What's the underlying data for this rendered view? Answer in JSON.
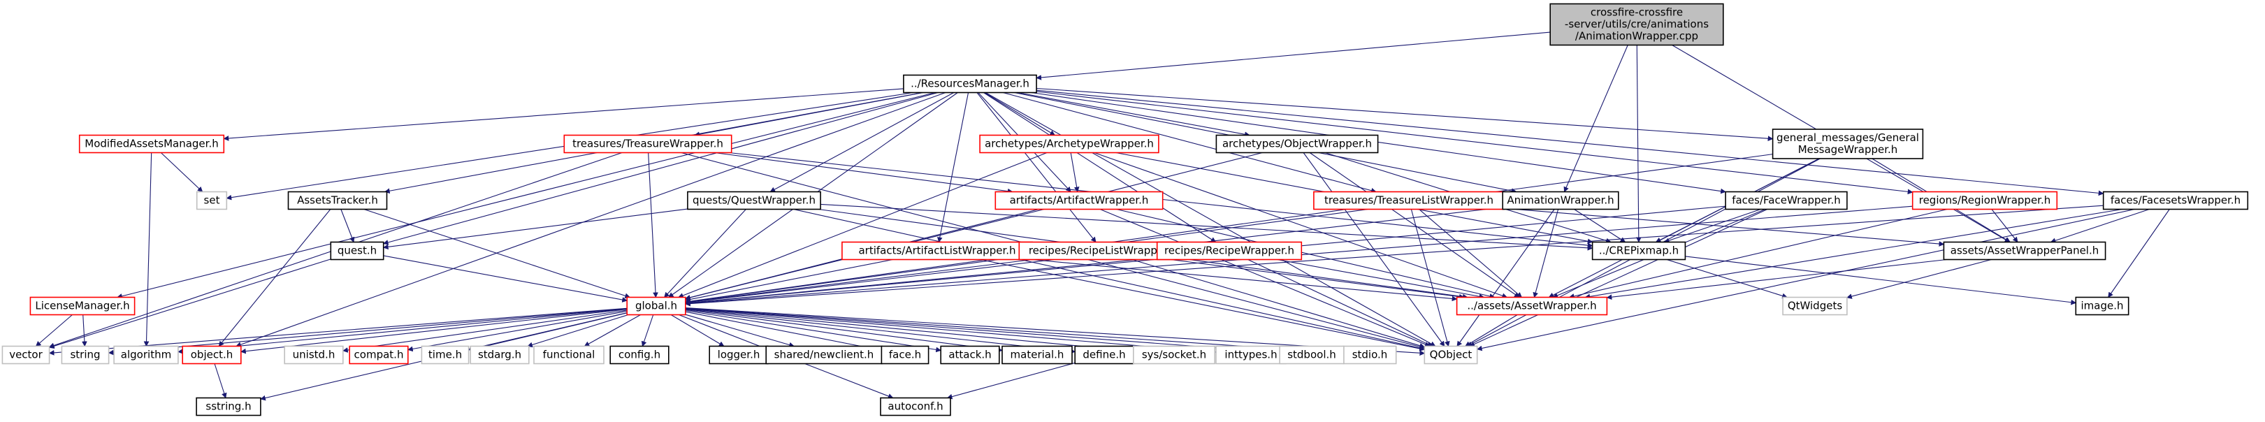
{
  "graph": {
    "colors": {
      "edge": "#191970",
      "node_border_default": "#000000",
      "node_border_undocumented": "#ff0000",
      "node_border_external": "#bfbfbf",
      "node_fill_default": "#ffffff",
      "node_fill_root": "#bfbfbf",
      "text": "#000000"
    },
    "nodes": [
      {
        "id": "root",
        "lines": [
          "crossfire-crossfire",
          "-server/utils/cre/animations",
          "/AnimationWrapper.cpp"
        ],
        "kind": "root"
      },
      {
        "id": "resources",
        "lines": [
          "../ResourcesManager.h"
        ],
        "kind": "default"
      },
      {
        "id": "modified",
        "lines": [
          "ModifiedAssetsManager.h"
        ],
        "kind": "red"
      },
      {
        "id": "set",
        "lines": [
          "set"
        ],
        "kind": "gray"
      },
      {
        "id": "treasurewrap",
        "lines": [
          "treasures/TreasureWrapper.h"
        ],
        "kind": "red"
      },
      {
        "id": "archetypewrap",
        "lines": [
          "archetypes/ArchetypeWrapper.h"
        ],
        "kind": "red"
      },
      {
        "id": "objectwrap",
        "lines": [
          "archetypes/ObjectWrapper.h"
        ],
        "kind": "default"
      },
      {
        "id": "genmsg",
        "lines": [
          "general_messages/General",
          "MessageWrapper.h"
        ],
        "kind": "default"
      },
      {
        "id": "regionwrap",
        "lines": [
          "regions/RegionWrapper.h"
        ],
        "kind": "red"
      },
      {
        "id": "facesetswrap",
        "lines": [
          "faces/FacesetsWrapper.h"
        ],
        "kind": "default"
      },
      {
        "id": "assetstracker",
        "lines": [
          "AssetsTracker.h"
        ],
        "kind": "default"
      },
      {
        "id": "questwrap",
        "lines": [
          "quests/QuestWrapper.h"
        ],
        "kind": "default"
      },
      {
        "id": "artifactwrap",
        "lines": [
          "artifacts/ArtifactWrapper.h"
        ],
        "kind": "red"
      },
      {
        "id": "treasurelist",
        "lines": [
          "treasures/TreasureListWrapper.h"
        ],
        "kind": "red"
      },
      {
        "id": "animwrap",
        "lines": [
          "AnimationWrapper.h"
        ],
        "kind": "default"
      },
      {
        "id": "facewrap",
        "lines": [
          "faces/FaceWrapper.h"
        ],
        "kind": "default"
      },
      {
        "id": "questh",
        "lines": [
          "quest.h"
        ],
        "kind": "default"
      },
      {
        "id": "artifactlist",
        "lines": [
          "artifacts/ArtifactListWrapper.h"
        ],
        "kind": "red"
      },
      {
        "id": "recipelist",
        "lines": [
          "recipes/RecipeListWrapper.h"
        ],
        "kind": "red"
      },
      {
        "id": "recipewrap",
        "lines": [
          "recipes/RecipeWrapper.h"
        ],
        "kind": "red"
      },
      {
        "id": "crepixmap",
        "lines": [
          "../CREPixmap.h"
        ],
        "kind": "default"
      },
      {
        "id": "assetpanel",
        "lines": [
          "assets/AssetWrapperPanel.h"
        ],
        "kind": "default"
      },
      {
        "id": "license",
        "lines": [
          "LicenseManager.h"
        ],
        "kind": "red"
      },
      {
        "id": "globalh",
        "lines": [
          "global.h"
        ],
        "kind": "red"
      },
      {
        "id": "assetwrapper",
        "lines": [
          "../assets/AssetWrapper.h"
        ],
        "kind": "red"
      },
      {
        "id": "qtwidgets",
        "lines": [
          "QtWidgets"
        ],
        "kind": "gray"
      },
      {
        "id": "imageh",
        "lines": [
          "image.h"
        ],
        "kind": "default"
      },
      {
        "id": "vector",
        "lines": [
          "vector"
        ],
        "kind": "gray"
      },
      {
        "id": "string",
        "lines": [
          "string"
        ],
        "kind": "gray"
      },
      {
        "id": "algorithm",
        "lines": [
          "algorithm"
        ],
        "kind": "gray"
      },
      {
        "id": "objecth",
        "lines": [
          "object.h"
        ],
        "kind": "red"
      },
      {
        "id": "unistd",
        "lines": [
          "unistd.h"
        ],
        "kind": "gray"
      },
      {
        "id": "compat",
        "lines": [
          "compat.h"
        ],
        "kind": "red"
      },
      {
        "id": "timeh",
        "lines": [
          "time.h"
        ],
        "kind": "gray"
      },
      {
        "id": "stdarg",
        "lines": [
          "stdarg.h"
        ],
        "kind": "gray"
      },
      {
        "id": "functional",
        "lines": [
          "functional"
        ],
        "kind": "gray"
      },
      {
        "id": "config",
        "lines": [
          "config.h"
        ],
        "kind": "default"
      },
      {
        "id": "stdioh",
        "lines": [
          "stdio.h"
        ],
        "kind": "gray"
      },
      {
        "id": "logger",
        "lines": [
          "logger.h"
        ],
        "kind": "default"
      },
      {
        "id": "newclient",
        "lines": [
          "shared/newclient.h"
        ],
        "kind": "default"
      },
      {
        "id": "faceh",
        "lines": [
          "face.h"
        ],
        "kind": "default"
      },
      {
        "id": "attack",
        "lines": [
          "attack.h"
        ],
        "kind": "default"
      },
      {
        "id": "material",
        "lines": [
          "material.h"
        ],
        "kind": "default"
      },
      {
        "id": "define",
        "lines": [
          "define.h"
        ],
        "kind": "default"
      },
      {
        "id": "socket",
        "lines": [
          "sys/socket.h"
        ],
        "kind": "gray"
      },
      {
        "id": "inttypes",
        "lines": [
          "inttypes.h"
        ],
        "kind": "gray"
      },
      {
        "id": "stdbool",
        "lines": [
          "stdbool.h"
        ],
        "kind": "gray"
      },
      {
        "id": "qobject",
        "lines": [
          "QObject"
        ],
        "kind": "gray"
      },
      {
        "id": "sstring",
        "lines": [
          "sstring.h"
        ],
        "kind": "default"
      },
      {
        "id": "autoconf",
        "lines": [
          "autoconf.h"
        ],
        "kind": "default"
      }
    ],
    "edges": [
      [
        "root",
        "resources"
      ],
      [
        "root",
        "animwrap"
      ],
      [
        "root",
        "crepixmap"
      ],
      [
        "root",
        "assetpanel"
      ],
      [
        "resources",
        "modified"
      ],
      [
        "resources",
        "set"
      ],
      [
        "resources",
        "treasurewrap"
      ],
      [
        "resources",
        "archetypewrap"
      ],
      [
        "resources",
        "objectwrap"
      ],
      [
        "resources",
        "genmsg"
      ],
      [
        "resources",
        "regionwrap"
      ],
      [
        "resources",
        "facesetswrap"
      ],
      [
        "resources",
        "assetstracker"
      ],
      [
        "resources",
        "questwrap"
      ],
      [
        "resources",
        "artifactwrap"
      ],
      [
        "resources",
        "treasurelist"
      ],
      [
        "resources",
        "animwrap"
      ],
      [
        "resources",
        "facewrap"
      ],
      [
        "resources",
        "questh"
      ],
      [
        "resources",
        "artifactlist"
      ],
      [
        "resources",
        "recipelist"
      ],
      [
        "resources",
        "recipewrap"
      ],
      [
        "resources",
        "license"
      ],
      [
        "resources",
        "globalh"
      ],
      [
        "resources",
        "objecth"
      ],
      [
        "resources",
        "qobject"
      ],
      [
        "modified",
        "set"
      ],
      [
        "modified",
        "algorithm"
      ],
      [
        "treasurewrap",
        "globalh"
      ],
      [
        "treasurewrap",
        "artifactwrap"
      ],
      [
        "treasurewrap",
        "crepixmap"
      ],
      [
        "treasurewrap",
        "qobject"
      ],
      [
        "treasurewrap",
        "vector"
      ],
      [
        "archetypewrap",
        "artifactwrap"
      ],
      [
        "archetypewrap",
        "globalh"
      ],
      [
        "archetypewrap",
        "assetwrapper"
      ],
      [
        "archetypewrap",
        "crepixmap"
      ],
      [
        "objectwrap",
        "globalh"
      ],
      [
        "objectwrap",
        "assetwrapper"
      ],
      [
        "objectwrap",
        "qobject"
      ],
      [
        "objectwrap",
        "crepixmap"
      ],
      [
        "genmsg",
        "crepixmap"
      ],
      [
        "genmsg",
        "assetwrapper"
      ],
      [
        "genmsg",
        "globalh"
      ],
      [
        "genmsg",
        "assetpanel"
      ],
      [
        "genmsg",
        "qobject"
      ],
      [
        "regionwrap",
        "assetwrapper"
      ],
      [
        "regionwrap",
        "assetpanel"
      ],
      [
        "regionwrap",
        "globalh"
      ],
      [
        "facesetswrap",
        "assetpanel"
      ],
      [
        "facesetswrap",
        "assetwrapper"
      ],
      [
        "facesetswrap",
        "imageh"
      ],
      [
        "facesetswrap",
        "qobject"
      ],
      [
        "facesetswrap",
        "globalh"
      ],
      [
        "assetstracker",
        "questh"
      ],
      [
        "assetstracker",
        "objecth"
      ],
      [
        "assetstracker",
        "globalh"
      ],
      [
        "questwrap",
        "questh"
      ],
      [
        "questwrap",
        "globalh"
      ],
      [
        "questwrap",
        "assetwrapper"
      ],
      [
        "questwrap",
        "qobject"
      ],
      [
        "questwrap",
        "crepixmap"
      ],
      [
        "artifactwrap",
        "globalh"
      ],
      [
        "artifactwrap",
        "assetwrapper"
      ],
      [
        "artifactwrap",
        "qobject"
      ],
      [
        "treasurelist",
        "globalh"
      ],
      [
        "treasurelist",
        "assetwrapper"
      ],
      [
        "treasurelist",
        "qobject"
      ],
      [
        "treasurelist",
        "assetpanel"
      ],
      [
        "animwrap",
        "crepixmap"
      ],
      [
        "animwrap",
        "globalh"
      ],
      [
        "animwrap",
        "assetwrapper"
      ],
      [
        "animwrap",
        "qobject"
      ],
      [
        "facewrap",
        "crepixmap"
      ],
      [
        "facewrap",
        "globalh"
      ],
      [
        "facewrap",
        "assetwrapper"
      ],
      [
        "facewrap",
        "qobject"
      ],
      [
        "questh",
        "globalh"
      ],
      [
        "questh",
        "vector"
      ],
      [
        "artifactlist",
        "globalh"
      ],
      [
        "artifactlist",
        "assetwrapper"
      ],
      [
        "artifactlist",
        "qobject"
      ],
      [
        "recipelist",
        "globalh"
      ],
      [
        "recipelist",
        "assetwrapper"
      ],
      [
        "recipelist",
        "qobject"
      ],
      [
        "recipewrap",
        "globalh"
      ],
      [
        "recipewrap",
        "assetwrapper"
      ],
      [
        "recipewrap",
        "qobject"
      ],
      [
        "crepixmap",
        "qtwidgets"
      ],
      [
        "crepixmap",
        "imageh"
      ],
      [
        "assetpanel",
        "qtwidgets"
      ],
      [
        "assetpanel",
        "assetwrapper"
      ],
      [
        "license",
        "vector"
      ],
      [
        "license",
        "string"
      ],
      [
        "assetwrapper",
        "qobject"
      ],
      [
        "globalh",
        "vector"
      ],
      [
        "globalh",
        "string"
      ],
      [
        "globalh",
        "algorithm"
      ],
      [
        "globalh",
        "objecth"
      ],
      [
        "globalh",
        "unistd"
      ],
      [
        "globalh",
        "compat"
      ],
      [
        "globalh",
        "timeh"
      ],
      [
        "globalh",
        "stdarg"
      ],
      [
        "globalh",
        "functional"
      ],
      [
        "globalh",
        "config"
      ],
      [
        "globalh",
        "logger"
      ],
      [
        "globalh",
        "newclient"
      ],
      [
        "globalh",
        "faceh"
      ],
      [
        "globalh",
        "attack"
      ],
      [
        "globalh",
        "material"
      ],
      [
        "globalh",
        "define"
      ],
      [
        "globalh",
        "socket"
      ],
      [
        "globalh",
        "inttypes"
      ],
      [
        "globalh",
        "stdbool"
      ],
      [
        "globalh",
        "stdioh"
      ],
      [
        "globalh",
        "qobject"
      ],
      [
        "globalh",
        "sstring"
      ],
      [
        "globalh",
        "autoconf"
      ],
      [
        "objecth",
        "sstring"
      ],
      [
        "define",
        "autoconf"
      ]
    ]
  }
}
